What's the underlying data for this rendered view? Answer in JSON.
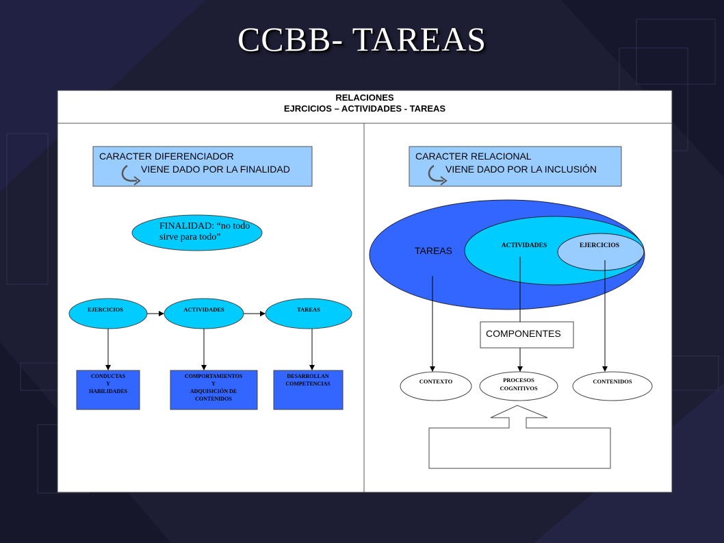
{
  "slide": {
    "title": "CCBB- TAREAS"
  },
  "header": {
    "line1": "RELACIONES",
    "line2": "EJRCICIOS – ACTIVIDADES - TAREAS"
  },
  "left_panel": {
    "box_title": "CARACTER DIFERENCIADOR",
    "box_sub": "VIENE DADO POR LA FINALIDAD",
    "finalidad_line1": "FINALIDAD: “no todo",
    "finalidad_line2": "sirve para todo”",
    "nodes": [
      {
        "label": "EJERCICIOS"
      },
      {
        "label": "ACTIVIDADES"
      },
      {
        "label": "TAREAS"
      }
    ],
    "outcomes": [
      {
        "lines": [
          "CONDUCTAS",
          "Y",
          "HABILIDADES"
        ]
      },
      {
        "lines": [
          "COMPORTAMIENTOS",
          "Y",
          "ADQUISICIÓN DE",
          "CONTENIDOS"
        ]
      },
      {
        "lines": [
          "DESARROLLAN",
          "COMPETENCIAS"
        ]
      }
    ]
  },
  "right_panel": {
    "box_title": "CARACTER RELACIONAL",
    "box_sub": "VIENE DADO POR LA INCLUSIÓN",
    "outer_ellipse": "TAREAS",
    "middle_ellipse": "ACTIVIDADES",
    "inner_ellipse": "EJERCICIOS",
    "componentes": "COMPONENTES",
    "bottom_nodes": [
      {
        "lines": [
          "CONTEXTO"
        ]
      },
      {
        "lines": [
          "PROCESOS",
          "COGNITIVOS"
        ]
      },
      {
        "lines": [
          "CONTENIDOS"
        ]
      }
    ]
  },
  "colors": {
    "light_cyan": "#00ccff",
    "royal_blue": "#3366ff",
    "box_blue": "#99ccff",
    "inner_pale": "#99ccff",
    "background": "#1d1d33"
  },
  "icons": {
    "curved_arrow": "curved-arrow-icon"
  }
}
